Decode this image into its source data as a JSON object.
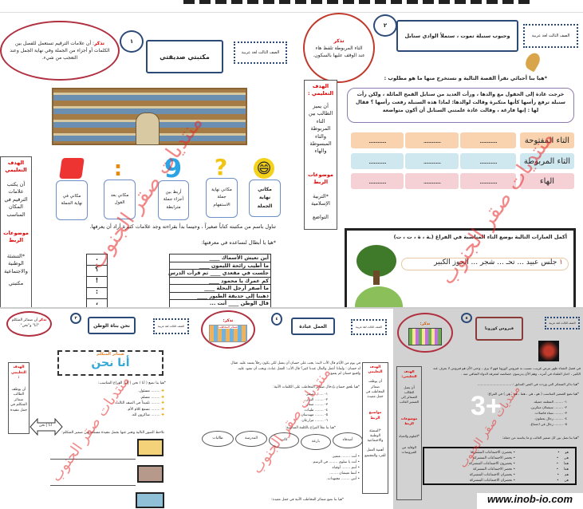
{
  "watermark": "منتديات صقر الجنوب",
  "grade_label": "الصف الثالث لغة عربية",
  "lesson1": {
    "number": "١",
    "title": "مكتبتي صديقتي",
    "remember_title": "تذكر",
    "remember_text": ": أن علامات الترقيم تستعمل للفصل بين الكلمات أو أجزاء من الجملة وفي نهاية الجمل وعند التعجب من شيء.",
    "sidebar": {
      "goal_title": "الهدف التعليمي",
      "goal": "أن يكتب علامات الترقيم في المكان المناسب",
      "links_title": "موضوعات الربط",
      "links": "*التنشئة الوطنية والاجتماعية",
      "extra": "مكتبتي"
    },
    "icon_boxes": [
      "مكاني نهاية الجملة",
      "مكاني نهاية جملة الاستفهام",
      "أربط بين أجزاء جملة مترابطة",
      "مكاني بعد القول",
      "مكاني في نهاية الجملة"
    ],
    "story": "تناول باسم من مكتبته كتاباً صغيراً ، وحينما بدأ بقراءته وجد علامات كثيرة أراد أن يعرفها.",
    "instruction": "*هيا يا أبطال لنساعده في معرفتها:",
    "sentences": [
      "أين تعيش الأسماك ____",
      "ما أطيب رائحة الليمون ____",
      "جلست في مقعدي ____ ثم قرأت الدرس",
      "كم عمرك يا محمود ____",
      "ما أصفر أرجل النحلة ____",
      "ذهبنا إلى حديقة الطيور ____",
      "قال الوطن ____ أنت ... "
    ],
    "marks": [
      "،",
      "؟",
      "!",
      ":",
      "."
    ]
  },
  "lesson2": {
    "number": "٢",
    "title": "وحبوب سنبلة تموت ، ستملأ الوادي سنابل",
    "remember_title": "تذكر",
    "remember_text": "التاء المربوطة تلفظ هاء عند الوقف عليها بالسكون.",
    "sidebar": {
      "goal_title": "الهدف التعليمي :",
      "goal": "أن يميز الطالب بين التاء المربوطة والتاء المبسوطة والهاء",
      "links_title": "موضوعات الربط",
      "links": "*التربية الإسلامية",
      "value": "التواضع"
    },
    "instruction": "*هيا بنا أحبائي نقرأ القصة التالية و نستخرج منها ما هو مطلوب :",
    "story": "خرجت غادة إلى الحقول مع والدها ، ورأت العديد من سنابل القمح المائلة ، ولكن رأت سنبلة ترفع رأسها كأنها متكبرة وقالت لوالدها: لماذا هذه السنبلة رفعت رأسها ؟ فقال لها : إنها فارغة ، وقالت غادة علمتني السنابل أن أكون متواضعة",
    "rows": [
      {
        "label": "التاء المفتوحة",
        "color": "#f9d3b0"
      },
      {
        "label": "التاء المربوطة",
        "color": "#cfe7ef"
      },
      {
        "label": "الهاء",
        "color": "#f5d0d5"
      }
    ],
    "blank": "..............",
    "exercise_title": "أكمل العبارات التالية بوضع التاء المناسبة في الفراغ (ـة ، ة ، ت ، ت)",
    "exercise_num": "١",
    "exercise_sentence": "جلس عبيد ... تحـ ... شجر ... الجوز الكبير"
  },
  "lesson3": {
    "number": "٣",
    "title": "نحن بناة الوطن",
    "remember_title": "تذكر",
    "remember_text": "أن ضمائر المتكلم \"أنا\" و\"نحن\".",
    "banner_title": "ضمائر المتكلم",
    "banner_words": "أنا نحن",
    "sidebar": {
      "goal_title": "الهدف التعليمي :",
      "goal": "أن يوظف الطالب ضمائر المتكلم في جمل مفيدة"
    },
    "instruction": "*هيا بنا نضع ( أنا / نحن ) إلى الفراغ المناسب:",
    "items": [
      "........ مسئول.",
      "........ مسلم.",
      "........ تلميذاً في الصف الثالث.",
      "........ نسمع كلام الأم.",
      "........ شاكرون لله."
    ],
    "arrow_labels": [
      "أنا",
      "نحن"
    ],
    "instruction2": "نلاحظ الصور التالية ونعبر عنها بجمل مفيدة مستخدمين ضمير المتكلم:"
  },
  "lesson4": {
    "number": "٤",
    "title": "العمل عبادة",
    "remember_title": "تذكر:",
    "remember_caption": "ضمائر المخاطب",
    "story": "في يوم من الأيام قال الأب لابنه: يجب على حسان أن يعمل لكي يكون رجلاً يعتمد عليه. فقال له حسان : ولماذا أعمل والمال عندنا كثير؟ قال الأب: العمل عبادة، ويجب أن تتعود عليه. واقتنع حسان لم يقتنع.",
    "sidebar": {
      "goal_title": "الهدف التعليمي",
      "goal": "أن يوظف ضمائر المخاطب في جمل مفيدة",
      "links_title": "مواضيع الربط",
      "links": "*التنشئة الوطنية والاجتماعية",
      "extra": "أهمية العمل للفرد والمجتمع"
    },
    "instruction": "*هيا نلحق حسان بإدخال ضمائر المخاطب على الكلمات الآتية:",
    "items": [
      "١- ........ صغير.",
      "٢- ........ البراز.",
      "٣- ........ صغار.",
      "٤- ........ طيبات.",
      "٥- ........ مهندسان.",
      "٦- ........ مزارعان."
    ],
    "instruction2": "*هيا بنا نملأ الفراغ بالكلمة المناسبة:",
    "word_clouds": [
      "أصدقاء",
      "بارعة",
      "كاتب",
      "المدرسة",
      "طالبات"
    ],
    "bullets": [
      "أنت ........ متميز.",
      "أنت يا سلوى ........ في الرسم.",
      "أنتم ........ أوفياء.",
      "أنتما تعيشان ........",
      "أنتن ........ مجتهدات."
    ],
    "instruction3": "*هيا بنا نضع ضمائر المخاطب الآتية في جمل مفيدة:"
  },
  "lesson5": {
    "number": "٥",
    "title": "فيروس كورونا",
    "remember_title": "تذكر:",
    "story": "في فصل الشتاء ظهر مرض غريب، تسبب به فيروس كورونا فهو لا يرى ، وحتى الآن هو فيروس لا يعرف عنه الكثير ، احتار العلماء في أمره ، وهم الآن يدرسون خصائصه لمعرفة الدواء الشافي منه .",
    "q1": "*هيا نذكر الضمائر التي وردت في النص السابق :.................................",
    "q2": "*هيا نضع الضمير المناسب ( هو ، هي ، هما ، هم ، هن ) في الفراغ:",
    "items": [
      "١- ........ المعلمة جميلة.",
      "٢- ........ سيصلان مبكرين.",
      "٣- ........ نساء فاضلات.",
      "٤- ........ رجال يعملون.",
      "٥- ........ رجال في اجتماع."
    ],
    "q3": "*هيا بنا نصل بين كل ضمير الغائب و ما يناسبه من جملة:",
    "pronouns": [
      "هو",
      "هي",
      "هما",
      "هما",
      "هم",
      "هن"
    ],
    "sentences": [
      "يحضرن الاجتماعات المشتركة",
      "يحضر الاجتماعات المشتركة",
      "يحضرون الاجتماعات المشتركة",
      "تحضر الاجتماعات المشتركة",
      "يحضران الاجتماعات المشتركة",
      "تحضران الاجتماعات المشتركة"
    ],
    "sidebar": {
      "goal_title": "الهدف التعليمي:",
      "goal": "أن يصل الطالب الضمائر إلى الضمير الغائب",
      "links_title": "موضوعات الربط",
      "links": "*العلوم والحياة",
      "extra": "الوقاية من الفيروسات"
    },
    "more_badge": "3+"
  },
  "site_watermark": "www.inob-io.com"
}
